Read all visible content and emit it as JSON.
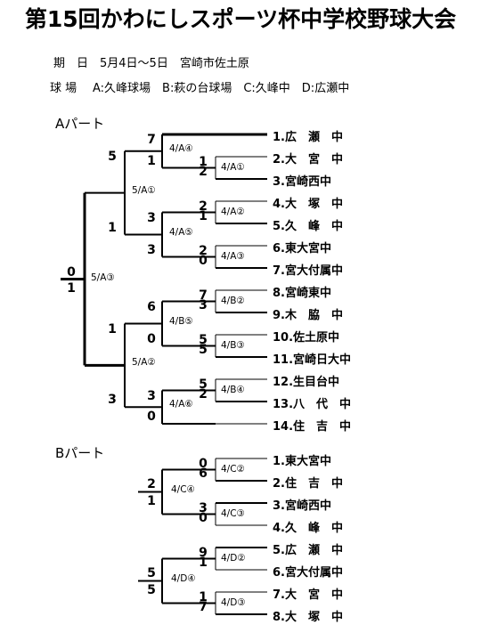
{
  "title": "第15回かわにしスポーツ杯中学校野球大会",
  "schedule": {
    "label": "期　日",
    "value": "5月4日～5日　宮崎市佐土原"
  },
  "venues": {
    "label": "球 場",
    "value": "A:久峰球場　B:萩の台球場　C:久峰中　D:広瀬中"
  },
  "part_a": {
    "label": "Aパート",
    "teams": [
      "1.広　瀬　中",
      "2.大　宮　中",
      "3.宮崎西中",
      "4.大　塚　中",
      "5.久　峰　中",
      "6.東大宮中",
      "7.宮大付属中",
      "8.宮崎東中",
      "9.木　脇　中",
      "10.佐土原中",
      "11.宮崎日大中",
      "12.生目台中",
      "13.八　代　中",
      "14.住　吉　中"
    ],
    "r1": [
      {
        "game": "4/A①",
        "top": "1",
        "bottom": "2"
      },
      {
        "game": "4/A②",
        "top": "2",
        "bottom": "1"
      },
      {
        "game": "4/A③",
        "top": "2",
        "bottom": "0"
      },
      {
        "game": "4/B②",
        "top": "7",
        "bottom": "3"
      },
      {
        "game": "4/B③",
        "top": "5",
        "bottom": "5"
      },
      {
        "game": "4/B④",
        "top": "5",
        "bottom": "2"
      }
    ],
    "r2": [
      {
        "game": "4/A④",
        "top": "7",
        "bottom": "1"
      },
      {
        "game": "4/A⑤",
        "top": "3",
        "bottom": "3"
      },
      {
        "game": "4/B⑤",
        "top": "6",
        "bottom": "0"
      },
      {
        "game": "4/A⑥",
        "top": "3",
        "bottom": "0"
      }
    ],
    "sf": [
      {
        "game": "5/A①",
        "top": "5",
        "bottom": "1"
      },
      {
        "game": "5/A②",
        "top": "1",
        "bottom": "3"
      }
    ],
    "final": {
      "game": "5/A③",
      "top": "0",
      "bottom": "1"
    }
  },
  "part_b": {
    "label": "Bパート",
    "teams": [
      "1.東大宮中",
      "2.住　吉　中",
      "3.宮崎西中",
      "4.久　峰　中",
      "5.広　瀬　中",
      "6.宮大付属中",
      "7.大　宮　中",
      "8.大　塚　中"
    ],
    "r1": [
      {
        "game": "4/C②",
        "top": "0",
        "bottom": "6"
      },
      {
        "game": "4/C③",
        "top": "3",
        "bottom": "0"
      },
      {
        "game": "4/D②",
        "top": "9",
        "bottom": "1"
      },
      {
        "game": "4/D③",
        "top": "1",
        "bottom": "7"
      }
    ],
    "r2": [
      {
        "game": "4/C④",
        "top": "2",
        "bottom": "1"
      },
      {
        "game": "4/D④",
        "top": "5",
        "bottom": "5"
      }
    ]
  }
}
